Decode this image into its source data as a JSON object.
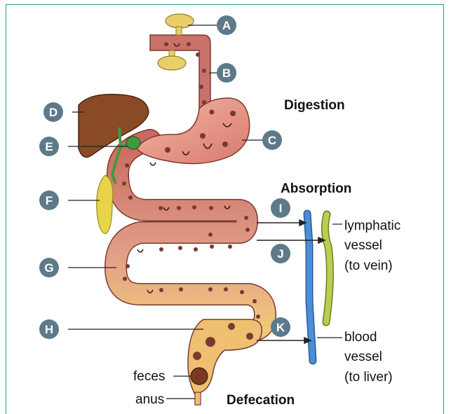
{
  "colors": {
    "frame": "#2a9a8a",
    "badge": "#5c7a8a",
    "gut_fill": "#d98a7e",
    "gut_stroke": "#7a3a32",
    "liver": "#8b4a26",
    "gallbladder": "#3f9a3f",
    "pancreas": "#e8d44a",
    "salivary": "#e8d070",
    "blood_vessel": "#4a8fd6",
    "lymph_vessel": "#b7cf52",
    "feces": "#7a3a22"
  },
  "headings": {
    "digestion": "Digestion",
    "absorption": "Absorption",
    "defecation": "Defecation"
  },
  "badges": [
    "A",
    "B",
    "C",
    "D",
    "E",
    "F",
    "G",
    "H",
    "I",
    "J",
    "K"
  ],
  "labels": {
    "lymph": [
      "lymphatic",
      "vessel",
      "(to vein)"
    ],
    "blood": [
      "blood",
      "vessel",
      "(to liver)"
    ],
    "feces": "feces",
    "anus": "anus"
  }
}
